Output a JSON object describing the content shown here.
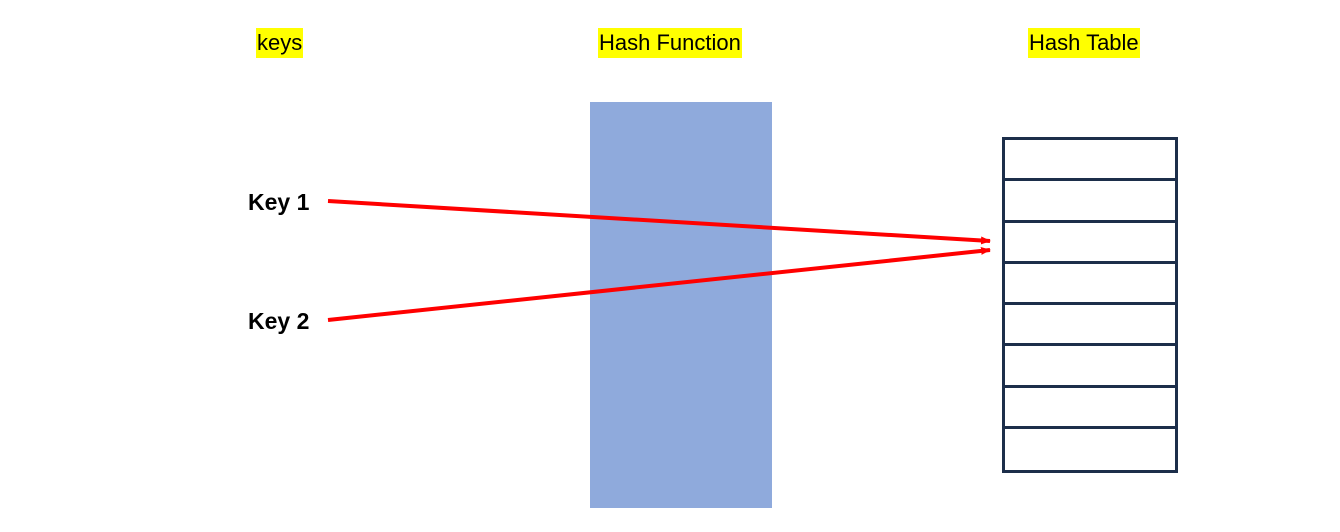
{
  "labels": {
    "keys": "keys",
    "hash_function": "Hash Function",
    "hash_table": "Hash Table"
  },
  "keys": [
    {
      "label": "Key 1",
      "target_slot": 3
    },
    {
      "label": "Key 2",
      "target_slot": 3
    }
  ],
  "hash_table": {
    "slot_count": 8
  },
  "colors": {
    "highlight": "#ffff00",
    "hash_function_fill": "#8faadc",
    "table_border": "#1c2e4a",
    "arrow": "#ff0000",
    "text": "#000000"
  }
}
